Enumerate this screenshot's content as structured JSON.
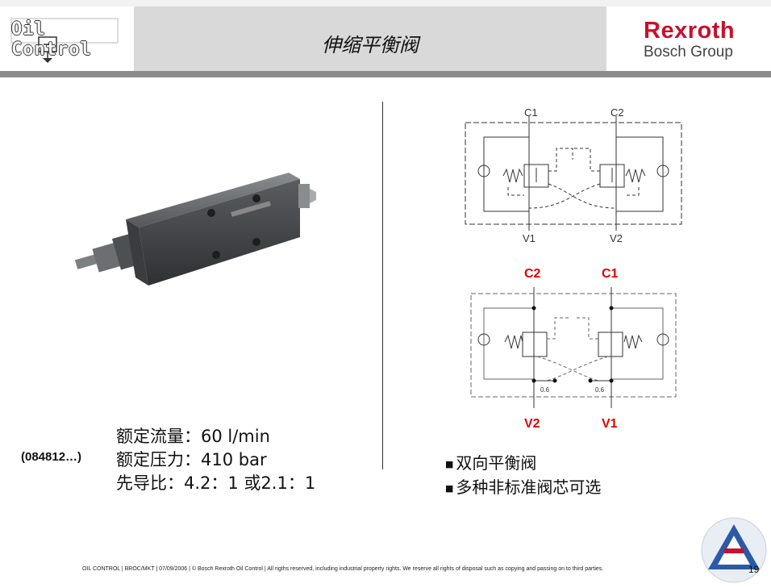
{
  "header": {
    "logo_text": "Oil Control",
    "title": "伸缩平衡阀",
    "brand_name": "Rexroth",
    "brand_group": "Bosch Group"
  },
  "product": {
    "part_number": "(084812…)",
    "specs": [
      "额定流量：60 l/min",
      "额定压力：410 bar",
      "先导比：4.2：1 或2.1：1"
    ]
  },
  "features": [
    "双向平衡阀",
    "多种非标准阀芯可选"
  ],
  "diagram_top": {
    "labels": {
      "c1": "C1",
      "c2": "C2",
      "v1": "V1",
      "v2": "V2"
    }
  },
  "diagram_bottom": {
    "labels": {
      "c2": "C2",
      "c1": "C1",
      "v2": "V2",
      "v1": "V1"
    },
    "orifice_left": "0.6",
    "orifice_right": "0.6"
  },
  "footer": {
    "text": "OIL CONTROL | BROC/MKT | 07/09/2006 | © Bosch Rexroth Oil Control | All rigths reserved, including industrial property rights. We reserve all rights of disposal such as copying and passing on to third parties.",
    "page_number": "19"
  },
  "colors": {
    "rexroth_red": "#c8102e",
    "title_bar": "#d9d9d9",
    "rule_gray": "#8c8c8c",
    "label_red": "#e00000"
  }
}
